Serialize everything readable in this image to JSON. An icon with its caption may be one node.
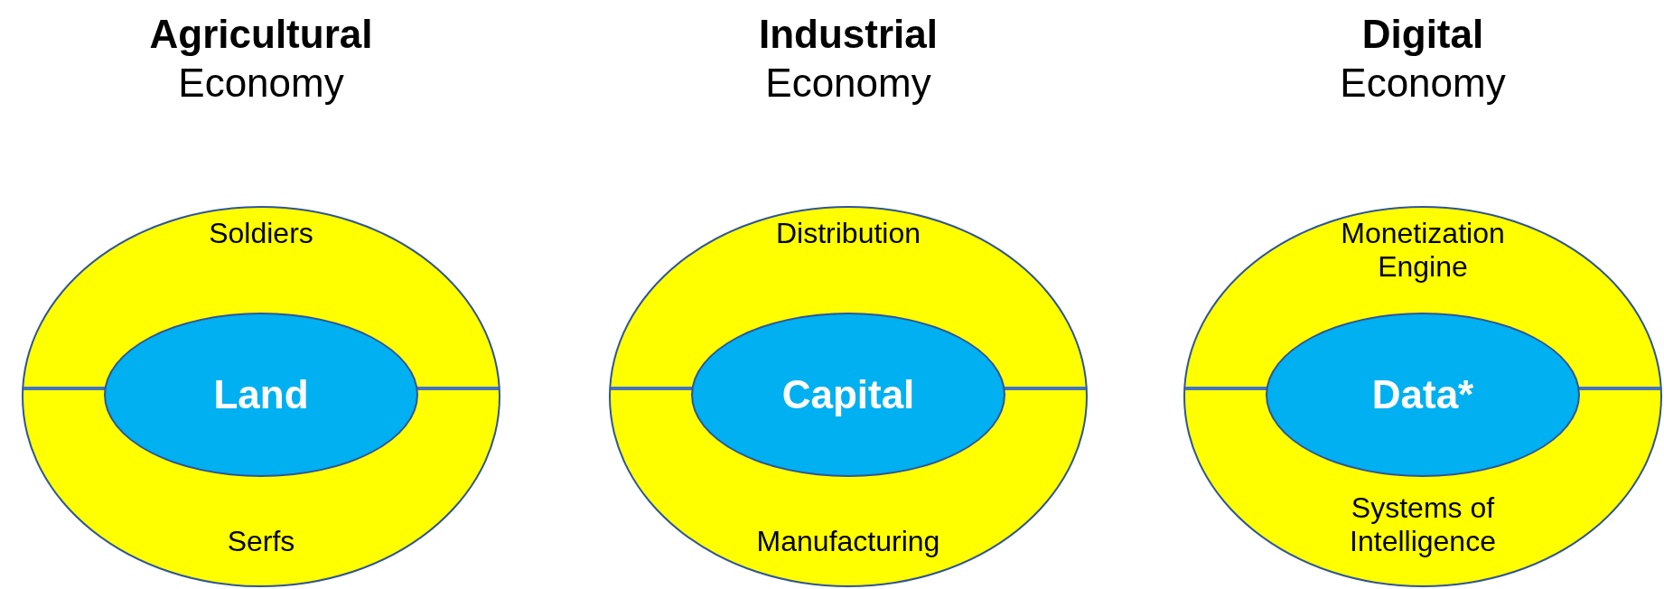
{
  "diagram": {
    "nodes": [
      {
        "text": [
          "Agricultural",
          "Economy",
          "Soldiers",
          "Serfs"
        ]
      },
      {
        "text": [
          "Land"
        ],
        "in": 0
      },
      {
        "text": [
          "Industrial",
          "Economy",
          "Distribution",
          "Manufacturing"
        ]
      },
      {
        "text": [
          "Capital"
        ],
        "in": 2
      },
      {
        "text": [
          "Digital",
          "Economy",
          "Monetization Engine",
          "Systems of Intelligence"
        ]
      },
      {
        "text": [
          "Data*"
        ],
        "in": 4
      }
    ]
  }
}
